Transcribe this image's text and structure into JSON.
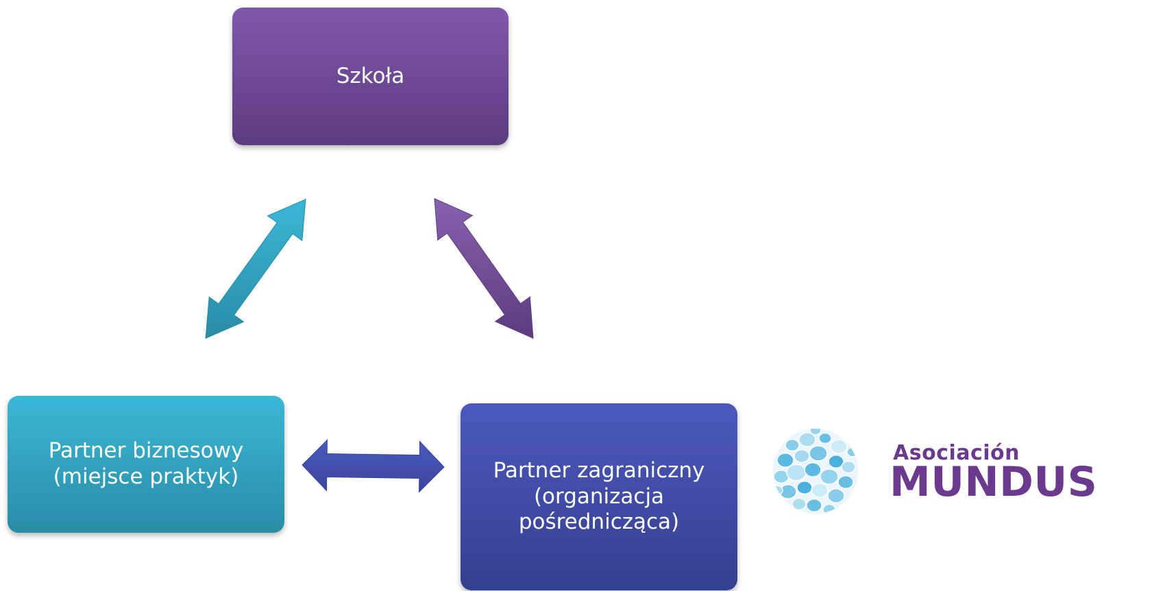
{
  "diagram": {
    "nodes": [
      {
        "id": "school",
        "label": "Szkoła"
      },
      {
        "id": "business",
        "label": "Partner biznesowy\n(miejsce praktyk)"
      },
      {
        "id": "foreign",
        "label": "Partner zagraniczny\n(organizacja\npośrednicząca)"
      }
    ],
    "edges": [
      {
        "from": "business",
        "to": "school",
        "style": "double-arrow",
        "color_start": "#3ab8d6",
        "color_end": "#2a8ca6"
      },
      {
        "from": "school",
        "to": "foreign",
        "style": "double-arrow",
        "color_start": "#8762ad",
        "color_end": "#5d3b80"
      },
      {
        "from": "business",
        "to": "foreign",
        "style": "double-arrow",
        "color_start": "#4b59bd",
        "color_end": "#38469c"
      }
    ]
  },
  "colors": {
    "school_top": "#8058aa",
    "school_bottom": "#5d3b80",
    "business_top": "#3ab8d6",
    "business_bottom": "#2a8ca6",
    "foreign_top": "#4b59bd",
    "foreign_bottom": "#34408f"
  },
  "logo": {
    "line1": "Asociación",
    "line2": "MUNDUS",
    "icon": "speech-bubble-globe-icon",
    "color": "#6b3a8e"
  }
}
